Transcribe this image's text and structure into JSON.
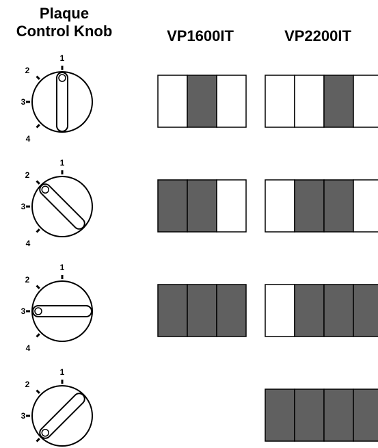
{
  "header": {
    "knob_title_line1": "Plaque",
    "knob_title_line2": "Control Knob",
    "model_a": "VP1600IT",
    "model_b": "VP2200IT"
  },
  "dial_labels": [
    "1",
    "2",
    "3",
    "4"
  ],
  "colors": {
    "filled": "#606060",
    "empty": "#ffffff",
    "stroke": "#000000"
  },
  "rows": [
    {
      "knob_position": "1",
      "vp1600it": [
        false,
        true,
        false
      ],
      "vp2200it": [
        false,
        false,
        true,
        false
      ]
    },
    {
      "knob_position": "2",
      "vp1600it": [
        true,
        true,
        false
      ],
      "vp2200it": [
        false,
        true,
        true,
        false
      ]
    },
    {
      "knob_position": "3",
      "vp1600it": [
        true,
        true,
        true
      ],
      "vp2200it": [
        false,
        true,
        true,
        true
      ]
    },
    {
      "knob_position": "4",
      "vp1600it": null,
      "vp2200it": [
        true,
        true,
        true,
        true
      ]
    }
  ]
}
